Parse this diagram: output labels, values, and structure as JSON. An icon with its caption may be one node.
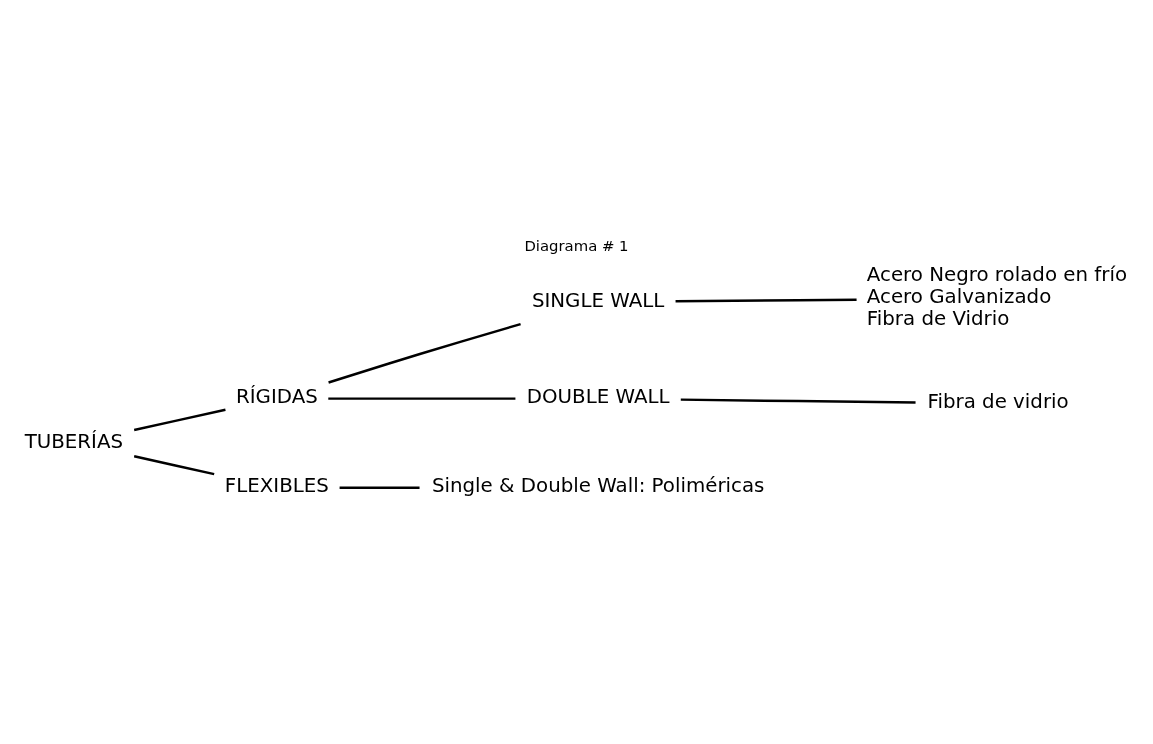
{
  "diagram": {
    "title": "Diagrama # 1",
    "nodes": [
      {
        "text": [
          "TUBERÍAS"
        ]
      },
      {
        "text": [
          "RÍGIDAS"
        ]
      },
      {
        "text": [
          "SINGLE WALL"
        ]
      },
      {
        "text": [
          "Acero Negro rolado en frío",
          "Acero Galvanizado",
          "Fibra de Vidrio"
        ]
      },
      {
        "text": [
          "DOUBLE WALL"
        ]
      },
      {
        "text": [
          "Fibra de vidrio"
        ]
      },
      {
        "text": [
          "FLEXIBLES"
        ]
      },
      {
        "text": [
          "Single & Double Wall: Poliméricas"
        ]
      }
    ],
    "edges": [
      {
        "from": 0,
        "to": 1,
        "arrow": "none"
      },
      {
        "from": 0,
        "to": 6,
        "arrow": "none"
      },
      {
        "from": 1,
        "to": 2,
        "arrow": "none"
      },
      {
        "from": 1,
        "to": 4,
        "arrow": "none"
      },
      {
        "from": 2,
        "to": 3,
        "arrow": "none"
      },
      {
        "from": 4,
        "to": 5,
        "arrow": "none"
      },
      {
        "from": 6,
        "to": 7,
        "arrow": "none"
      }
    ]
  }
}
